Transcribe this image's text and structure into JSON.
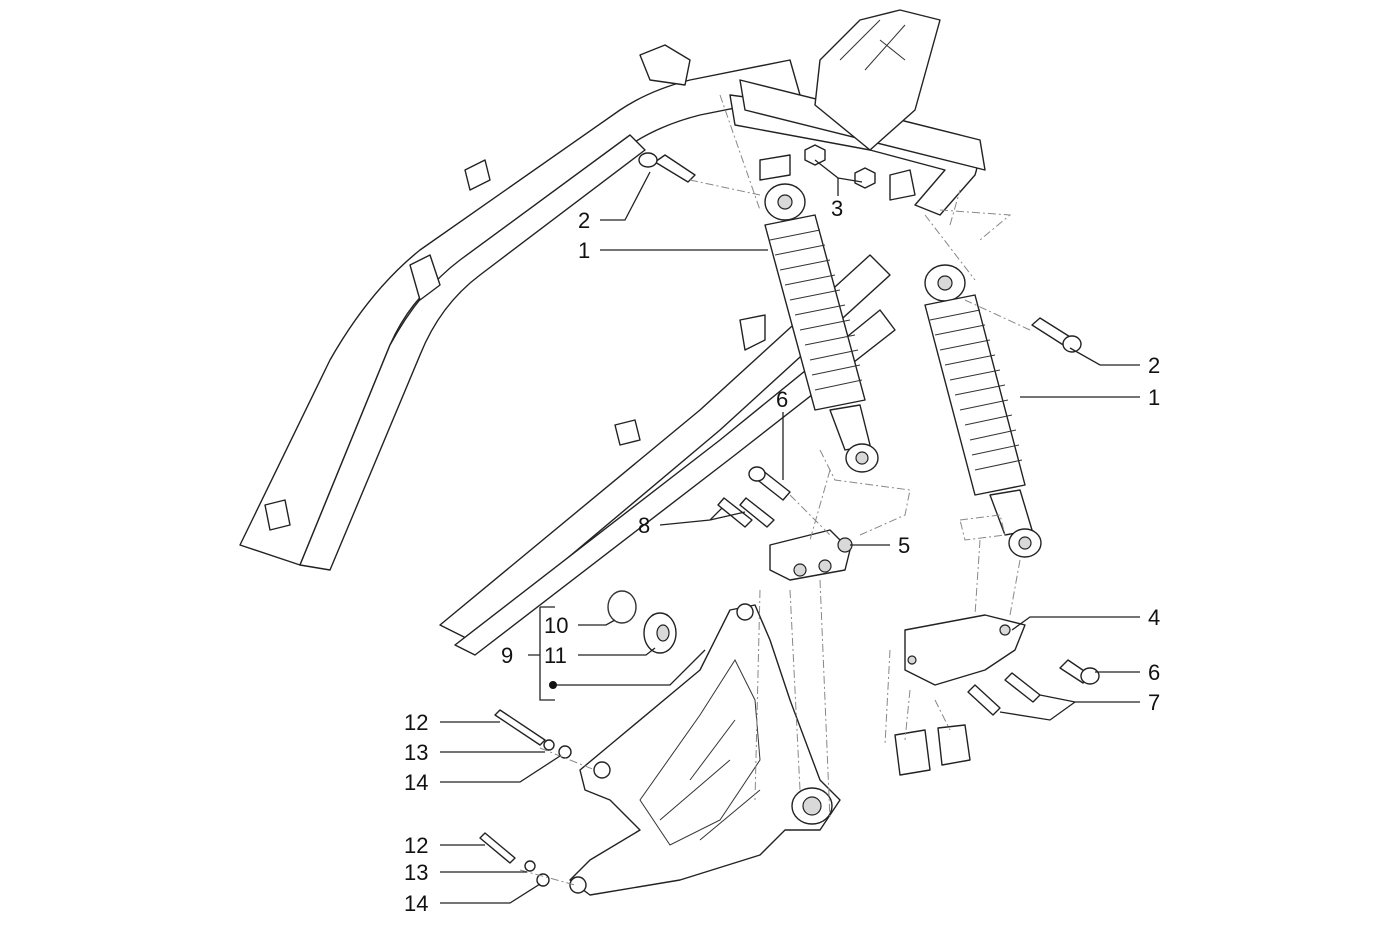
{
  "diagram": {
    "title": "Rear suspension - shock absorbers exploded view",
    "callouts": {
      "c2a": "2",
      "c1a": "1",
      "c3": "3",
      "c2b": "2",
      "c1b": "1",
      "c6a": "6",
      "c8": "8",
      "c5": "5",
      "c4": "4",
      "c6b": "6",
      "c7": "7",
      "c9": "9",
      "c10": "10",
      "c11": "11",
      "c12a": "12",
      "c13a": "13",
      "c14a": "14",
      "c12b": "12",
      "c13b": "13",
      "c14b": "14"
    }
  }
}
